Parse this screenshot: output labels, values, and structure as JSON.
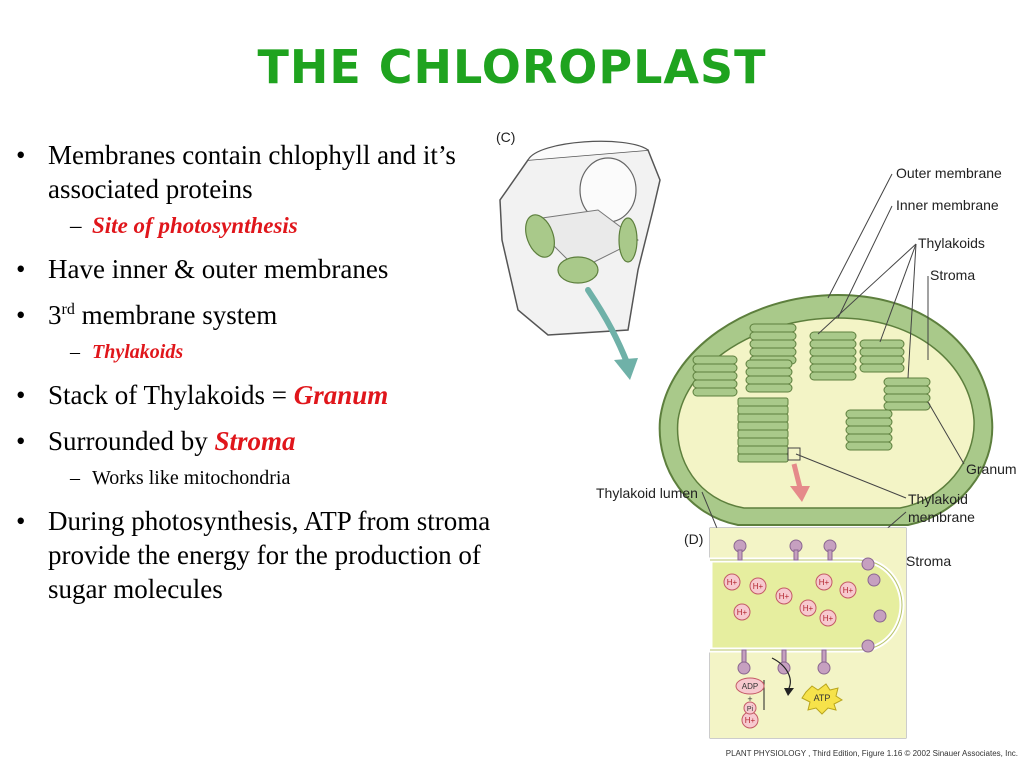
{
  "slide": {
    "title": "THE CHLOROPLAST",
    "bullets": {
      "b1": "Membranes contain chlophyll and it’s associated proteins",
      "b1_sub": "Site of photosynthesis",
      "b2": "Have inner & outer membranes",
      "b3_num": "3",
      "b3_sup": "rd",
      "b3_rest": " membrane system",
      "b3_sub": "Thylakoids",
      "b4_pre": "Stack of Thylakoids = ",
      "b4_em": "Granum",
      "b5_pre": "Surrounded by ",
      "b5_em": "Stroma",
      "b5_sub": "Works like mitochondria",
      "b6": "During photosynthesis, ATP from stroma provide the energy for the production of sugar molecules"
    }
  },
  "figure": {
    "panel_c": "(C)",
    "panel_d": "(D)",
    "labels": {
      "outer_membrane": "Outer membrane",
      "inner_membrane": "Inner membrane",
      "thylakoids": "Thylakoids",
      "stroma": "Stroma",
      "granum": "Granum",
      "thylakoid_lumen": "Thylakoid lumen",
      "thylakoid_membrane_1": "Thylakoid",
      "thylakoid_membrane_2": "membrane",
      "stroma_d": "Stroma"
    },
    "chem": {
      "h_plus": "H+",
      "adp": "ADP",
      "plus": "+",
      "pi": "Pi",
      "atp": "ATP"
    },
    "caption": "PLANT PHYSIOLOGY , Third Edition, Figure 1.16  © 2002 Sinauer Associates, Inc."
  },
  "colors": {
    "title": "#1fa31f",
    "emphasis": "#e0161b",
    "chloroplast_green": "#a9c98a",
    "stroma_yellow": "#f3f4c6",
    "arrow_teal": "#6fb1a8",
    "arrow_pink": "#e58a8a"
  }
}
